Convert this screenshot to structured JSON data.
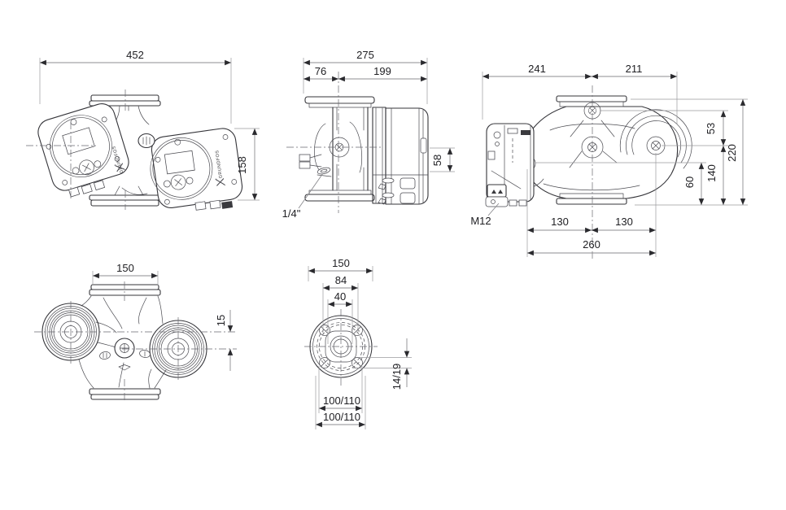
{
  "brand": "GRUNDFOS",
  "colors": {
    "background": "#ffffff",
    "drawing_line": "#35353a",
    "dimension_line": "#8c8c90",
    "text": "#202024"
  },
  "views": {
    "front": {
      "dim_width": "452",
      "dim_height": "158"
    },
    "side": {
      "dim_total_width": "275",
      "dim_left_section": "76",
      "dim_right_section": "199",
      "dim_terminal_box": "58",
      "vent_port_label": "1/4\""
    },
    "top": {
      "dim_left_width": "241",
      "dim_right_width": "211",
      "dim_top_offset": "53",
      "dim_total_depth": "220",
      "dim_mid_depth": "140",
      "dim_low_offset": "60",
      "dim_port_left": "130",
      "dim_port_right": "130",
      "dim_port_span": "260",
      "cable_gland_label": "M12"
    },
    "bottom": {
      "dim_flange_width": "150",
      "dim_axis_offset": "15"
    },
    "flange": {
      "dim_outer": "150",
      "dim_hub": "84",
      "dim_bore": "40",
      "dim_bolt_hole": "14/19",
      "dim_bolt_circle_inner": "100/110",
      "dim_bolt_circle_outer": "100/110"
    }
  }
}
